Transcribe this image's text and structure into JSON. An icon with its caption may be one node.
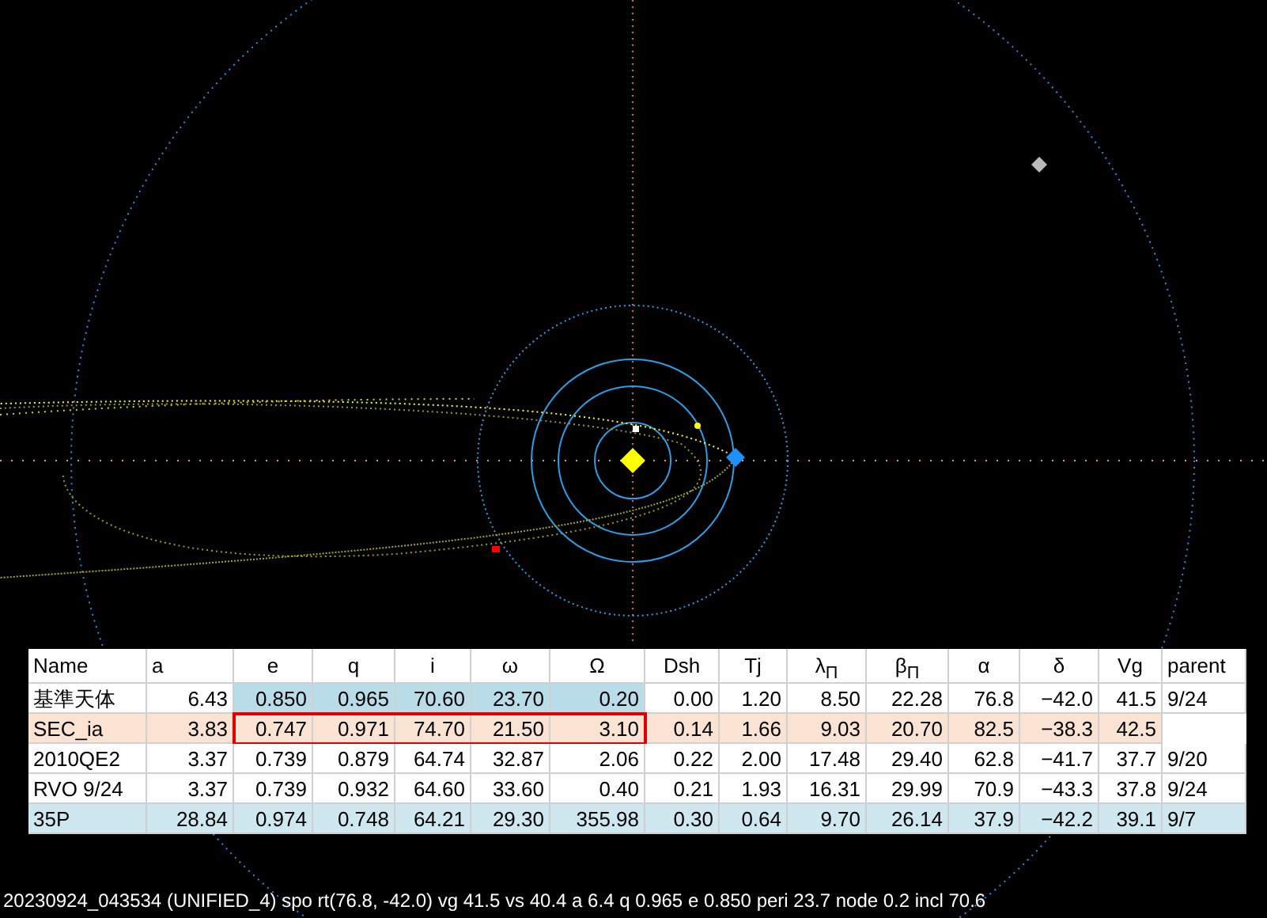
{
  "diagram": {
    "caption": "20230924_043534 (UNIFIED_4) spo rt(76.8, -42.0) vg 41.5 vs 40.4 a 6.4 q 0.965 e 0.850 peri 23.7 node 0.2 incl 70.6",
    "labels": [
      "Name",
      "a",
      "e",
      "q",
      "i",
      "ω",
      "Ω",
      "Dsh",
      "Tj",
      "λ$_{Π}$",
      "β$_{Π}$",
      "α",
      "δ",
      "Vg",
      "parent",
      "基準天体",
      "6.43",
      "0.850",
      "0.965",
      "70.60",
      "23.70",
      "0.20",
      "0.00",
      "1.20",
      "8.50",
      "22.28",
      "76.8",
      "−42.0",
      "41.5",
      "9/24",
      "SEC_ia",
      "3.83",
      "0.747",
      "0.971",
      "74.70",
      "21.50",
      "3.10",
      "0.14",
      "1.66",
      "9.03",
      "20.70",
      "82.5",
      "−38.3",
      "42.5",
      "2010QE2",
      "3.37",
      "0.739",
      "0.879",
      "64.74",
      "32.87",
      "2.06",
      "0.22",
      "2.00",
      "17.48",
      "29.40",
      "62.8",
      "−41.7",
      "37.7",
      "9/20",
      "RVO 9/24",
      "3.37",
      "0.739",
      "0.932",
      "64.60",
      "33.60",
      "0.40",
      "0.21",
      "1.93",
      "16.31",
      "29.99",
      "70.9",
      "−43.3",
      "37.8",
      "9/24",
      "35P",
      "28.84",
      "0.974",
      "0.748",
      "64.21",
      "29.30",
      "355.98",
      "0.30",
      "0.64",
      "9.70",
      "26.14",
      "37.9",
      "−42.2",
      "39.1",
      "9/7"
    ]
  }
}
